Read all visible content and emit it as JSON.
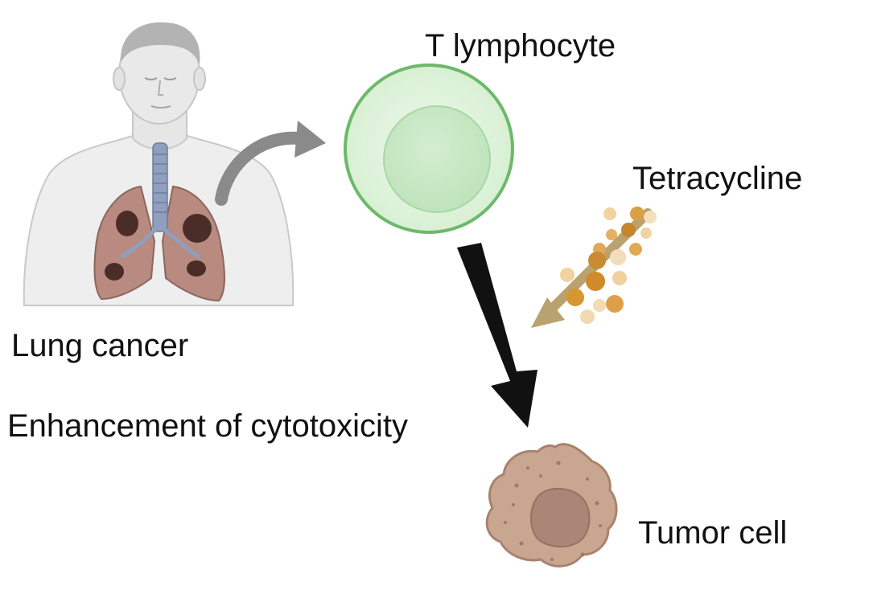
{
  "labels": {
    "t_lymphocyte": "T lymphocyte",
    "tetracycline": "Tetracycline",
    "lung_cancer": "Lung cancer",
    "enhancement": "Enhancement of cytotoxicity",
    "tumor_cell": "Tumor cell"
  },
  "colors": {
    "t_cell_fill": "#e2f5df",
    "t_cell_outline": "#6cb96a",
    "t_cell_nucleus": "#c6e8c4",
    "tetracycline_particle": "#d79a3a",
    "tetracycline_arrow": "#b9a26e",
    "tumor_cell": "#c9a690",
    "tumor_nucleus": "#a98676",
    "lung_tissue": "#b88a80",
    "tumor_spot": "#4a2d26",
    "trachea": "#8f9fbd",
    "person_skin": "#ececec",
    "arrow_gray": "#8a8a8a",
    "arrow_black": "#111111"
  },
  "icons": {
    "person": "human-torso-icon",
    "lungs": "lungs-icon",
    "t_cell": "t-lymphocyte-cell-icon",
    "tetracycline": "drug-particles-icon",
    "tumor": "tumor-cell-icon"
  }
}
